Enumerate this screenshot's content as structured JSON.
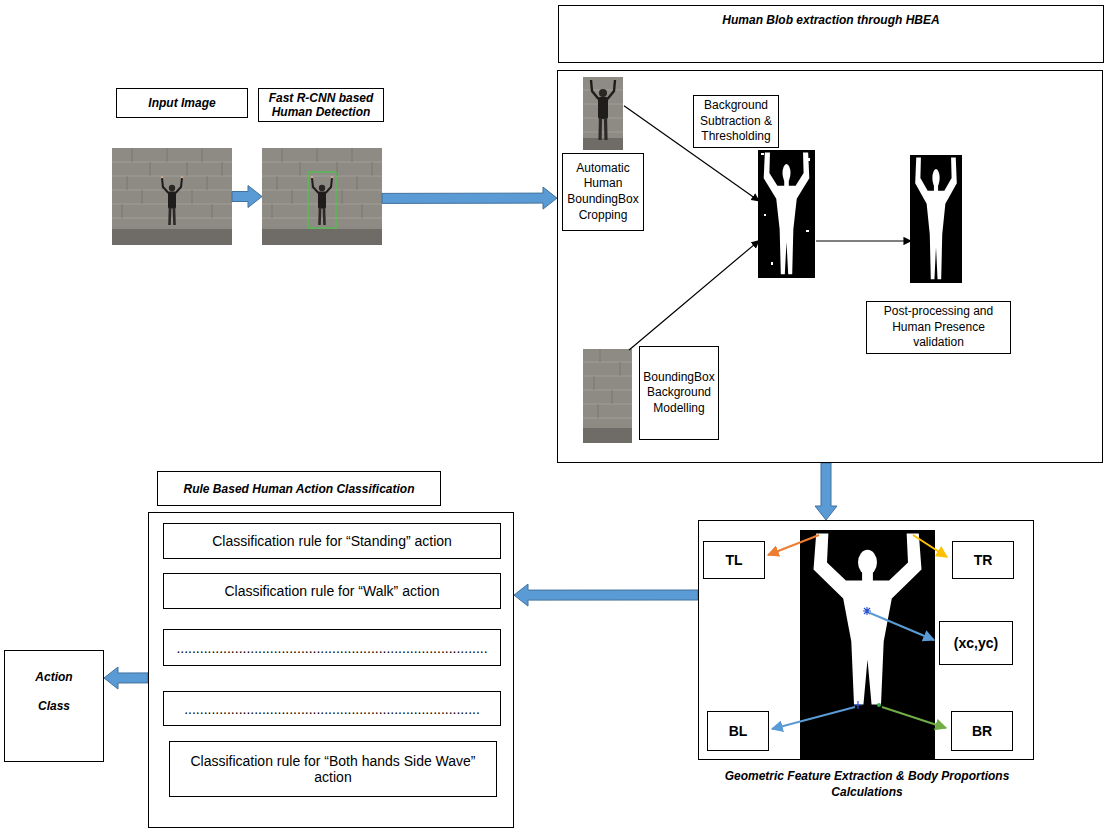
{
  "diagram": {
    "nodes": [
      {
        "text": [
          "Input Image"
        ]
      },
      {
        "text": [
          "Fast R-CNN based Human Detection"
        ]
      },
      {
        "text": [
          "Human Blob extraction through HBEA"
        ]
      },
      {
        "text": [
          "Automatic Human BoundingBox Cropping"
        ],
        "in": 2
      },
      {
        "text": [
          "Background Subtraction & Thresholding"
        ],
        "in": 2
      },
      {
        "text": [
          "Post-processing and Human Presence validation"
        ],
        "in": 2
      },
      {
        "text": [
          "BoundingBox Background Modelling"
        ],
        "in": 2
      },
      {
        "text": [
          "Geometric Feature Extraction & Body Proportions Calculations"
        ]
      },
      {
        "text": [
          "TL"
        ],
        "in": 7
      },
      {
        "text": [
          "TR"
        ],
        "in": 7
      },
      {
        "text": [
          "(xc,yc)"
        ],
        "in": 7
      },
      {
        "text": [
          "BL"
        ],
        "in": 7
      },
      {
        "text": [
          "BR"
        ],
        "in": 7
      },
      {
        "text": [
          "Rule Based Human Action Classification"
        ]
      },
      {
        "text": [
          "Classification rule for “Standing” action"
        ],
        "in": 13
      },
      {
        "text": [
          "Classification rule for “Walk” action"
        ],
        "in": 13
      },
      {
        "text": [
          "................................................................................"
        ],
        "in": 13
      },
      {
        "text": [
          "............................................................................"
        ],
        "in": 13
      },
      {
        "text": [
          "Classification rule for “Both hands Side Wave” action"
        ],
        "in": 13
      },
      {
        "text": [
          "Action Class"
        ]
      }
    ],
    "edges": [
      {
        "from": 0,
        "to": 1,
        "arrow": "to"
      },
      {
        "from": 1,
        "to": 2,
        "arrow": "to"
      },
      {
        "from": 3,
        "to": 4,
        "arrow": "to"
      },
      {
        "from": 6,
        "to": 4,
        "arrow": "to"
      },
      {
        "from": 4,
        "to": 5,
        "arrow": "to"
      },
      {
        "from": 2,
        "to": 7,
        "arrow": "to"
      },
      {
        "from": 7,
        "to": 13,
        "arrow": "to"
      },
      {
        "from": 13,
        "to": 19,
        "arrow": "to"
      }
    ]
  }
}
